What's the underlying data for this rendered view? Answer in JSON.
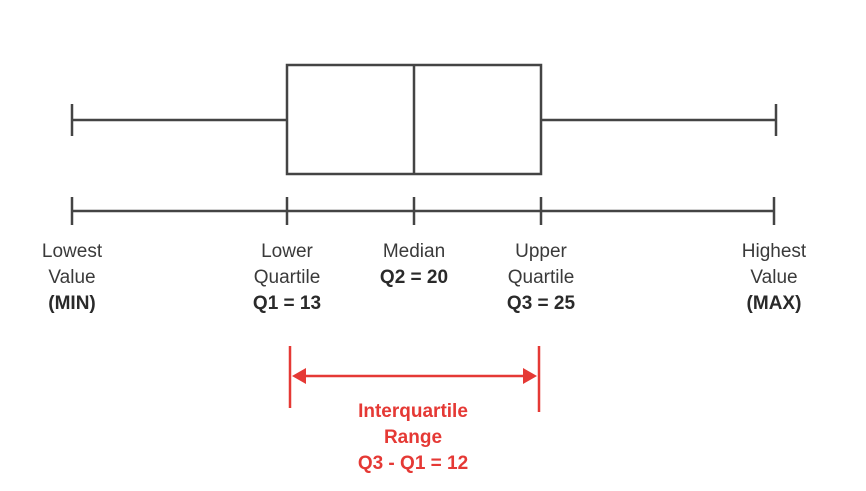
{
  "colors": {
    "ink": "#444444",
    "accent": "#e53935"
  },
  "labels": {
    "min": {
      "line1": "Lowest",
      "line2": "Value",
      "line3": "(MIN)"
    },
    "q1": {
      "line1": "Lower",
      "line2": "Quartile",
      "line3": "Q1 = 13"
    },
    "median": {
      "line1": "Median",
      "line2": "Q2 = 20"
    },
    "q3": {
      "line1": "Upper",
      "line2": "Quartile",
      "line3": "Q3 = 25"
    },
    "max": {
      "line1": "Highest",
      "line2": "Value",
      "line3": "(MAX)"
    }
  },
  "iqr": {
    "line1": "Interquartile",
    "line2": "Range",
    "line3": "Q3 - Q1 = 12"
  },
  "values": {
    "q1": 13,
    "median": 20,
    "q3": 25,
    "iqr": 12
  }
}
